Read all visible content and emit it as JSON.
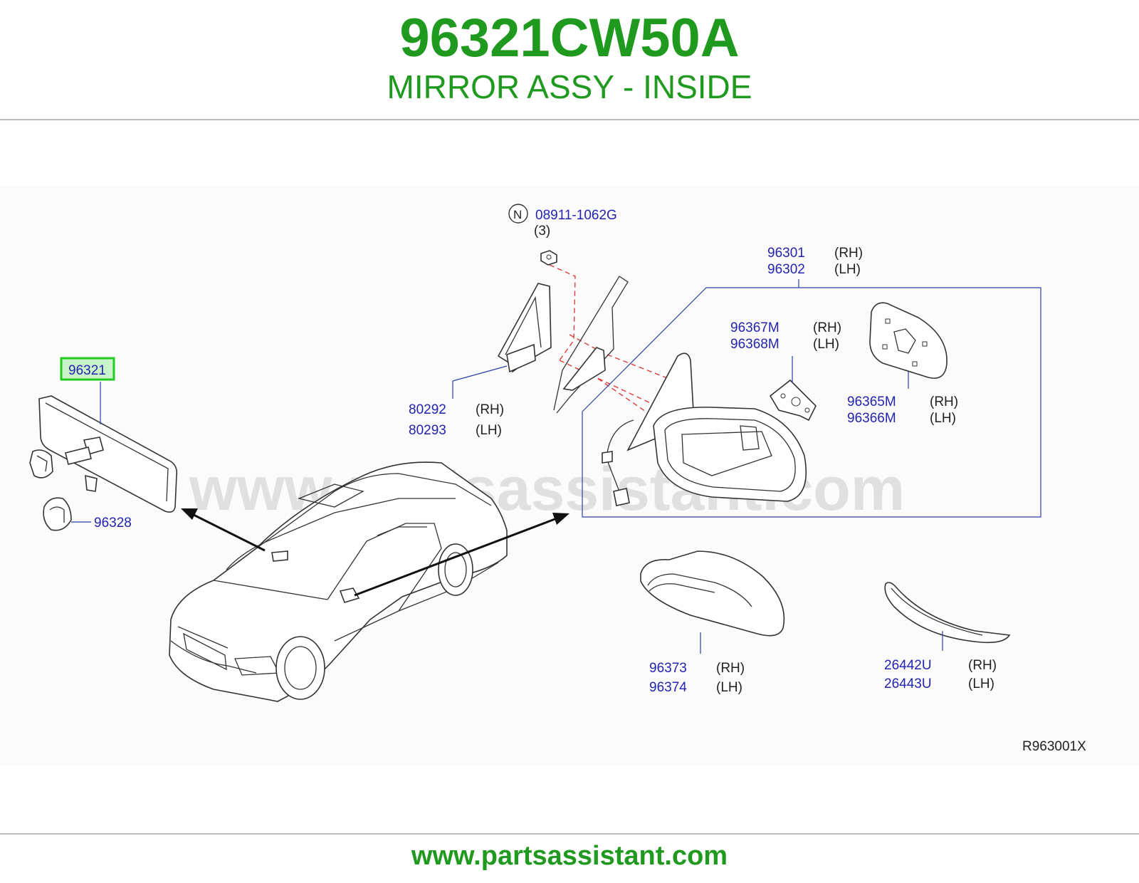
{
  "header": {
    "part_number": "96321CW50A",
    "part_name": "MIRROR ASSY - INSIDE"
  },
  "watermark": "www.partsassistant.com",
  "footer": {
    "url": "www.partsassistant.com"
  },
  "diagram_code": "R963001X",
  "highlight_color": "#22cc22",
  "callouts": {
    "mirror_inside": {
      "number": "96321"
    },
    "cover_inside": {
      "number": "96328"
    },
    "nut": {
      "symbol": "N",
      "number": "08911-1062G",
      "qty": "(3)"
    },
    "corner_finisher": {
      "rh": "80292",
      "lh": "80293",
      "rh_side": "(RH)",
      "lh_side": "(LH)"
    },
    "door_mirror": {
      "rh": "96301",
      "lh": "96302",
      "rh_side": "(RH)",
      "lh_side": "(LH)"
    },
    "actuator": {
      "rh": "96367M",
      "lh": "96368M",
      "rh_side": "(RH)",
      "lh_side": "(LH)"
    },
    "glass": {
      "rh": "96365M",
      "lh": "96366M",
      "rh_side": "(RH)",
      "lh_side": "(LH)"
    },
    "mirror_cover": {
      "rh": "96373",
      "lh": "96374",
      "rh_side": "(RH)",
      "lh_side": "(LH)"
    },
    "turn_lamp": {
      "rh": "26442U",
      "lh": "26443U",
      "rh_side": "(RH)",
      "lh_side": "(LH)"
    }
  }
}
